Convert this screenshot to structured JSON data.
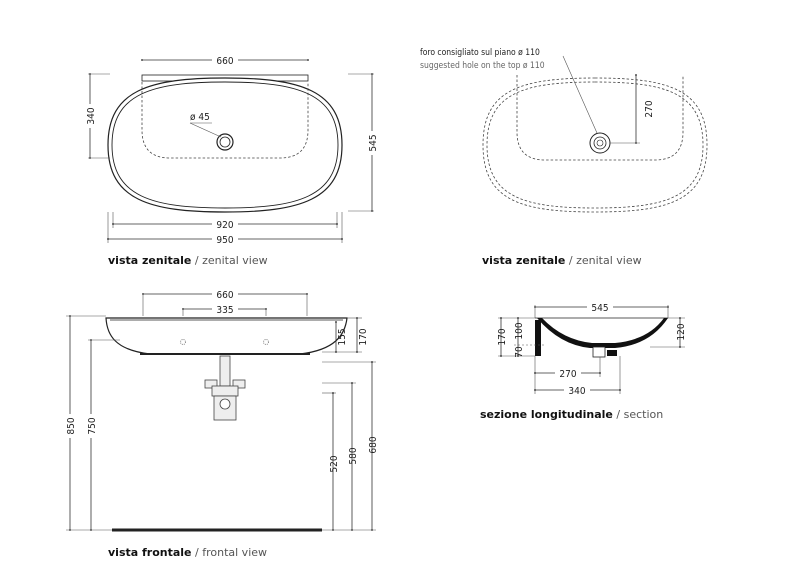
{
  "views": {
    "top_left": {
      "dims": {
        "width_basin_inner": "660",
        "depth_inner": "340",
        "depth_total": "545",
        "width_920": "920",
        "width_950": "950",
        "drain": "ø 45"
      },
      "caption_it": "vista zenitale",
      "caption_en": "/ zenital view"
    },
    "top_right": {
      "note_it": "foro consigliato sul piano ø 110",
      "note_en": "suggested hole on the top ø 110",
      "dims": {
        "hole_offset": "270"
      },
      "caption_it": "vista zenitale",
      "caption_en": "/ zenital view"
    },
    "front": {
      "dims": {
        "d660": "660",
        "d335": "335",
        "d155": "155",
        "d170": "170",
        "d850": "850",
        "d750": "750",
        "d680": "680",
        "d580": "580",
        "d520": "520"
      },
      "caption_it": "vista frontale",
      "caption_en": "/ frontal view"
    },
    "section": {
      "dims": {
        "d545": "545",
        "d170": "170",
        "d100": "100",
        "d70": "70",
        "d120": "120",
        "d270": "270",
        "d340": "340"
      },
      "caption_it": "sezione longitudinale",
      "caption_en": "/ section"
    }
  }
}
